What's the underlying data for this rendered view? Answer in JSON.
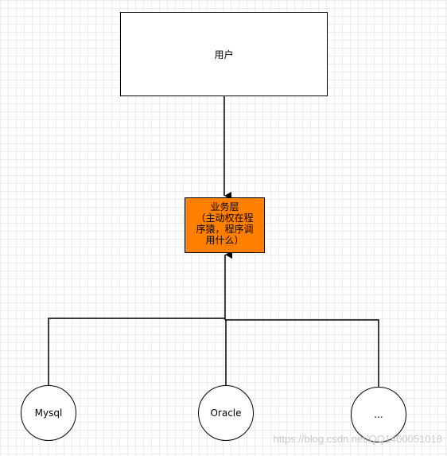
{
  "nodes": {
    "user": {
      "label": "用户"
    },
    "business_layer": {
      "lines": [
        "业务层",
        "（主动权在程",
        "序猿，程序调",
        "用什么）"
      ]
    },
    "mysql": {
      "label": "Mysql"
    },
    "oracle": {
      "label": "Oracle"
    },
    "more": {
      "label": "..."
    }
  },
  "watermark": "https://blog.csdn.net/QQ1400051018",
  "colors": {
    "business_fill": "#ff8000",
    "grid": "#ececec",
    "stroke": "#000000"
  }
}
